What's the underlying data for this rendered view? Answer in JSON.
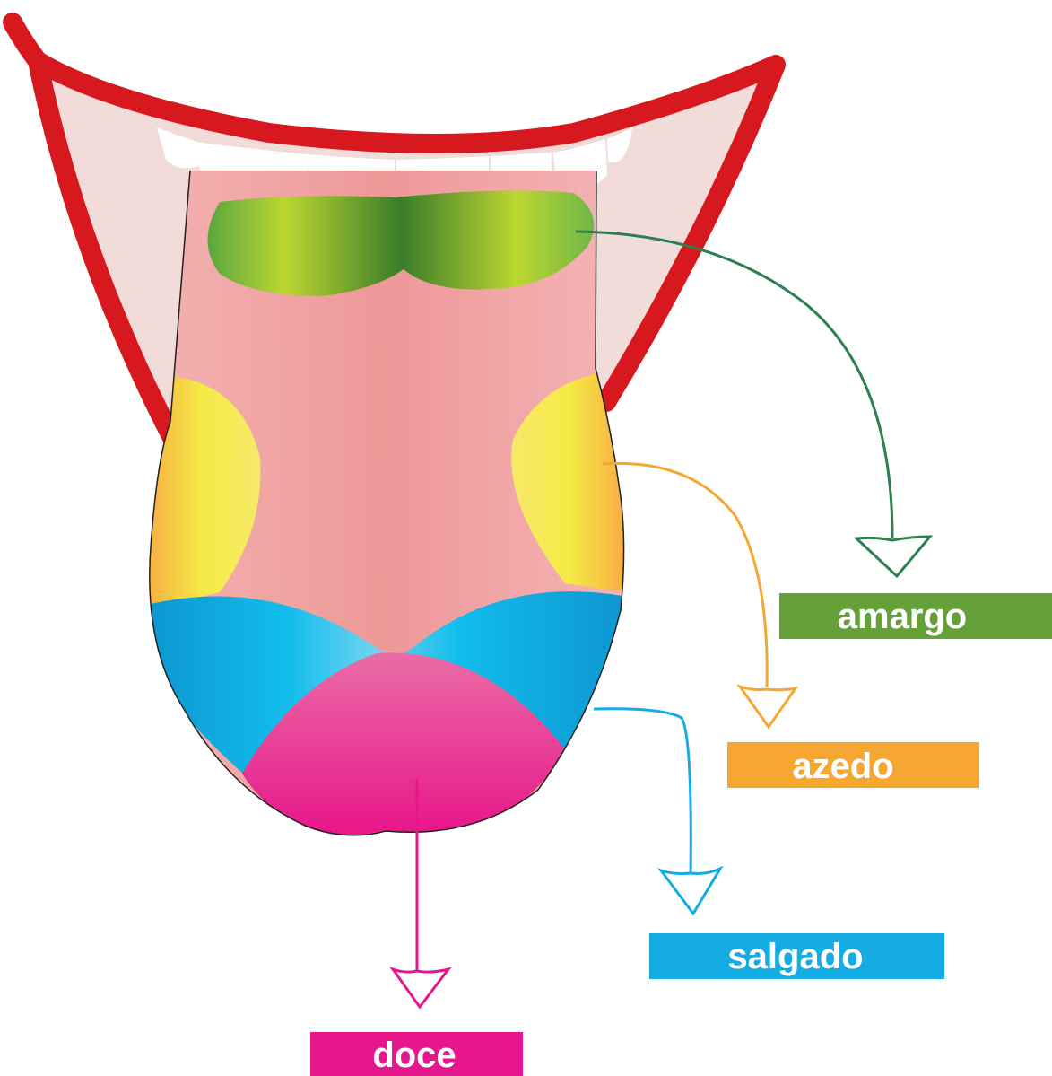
{
  "colors": {
    "lip": "#d7191f",
    "mouth_inside": "#f2dcda",
    "tongue_base": "#f1a0a0",
    "teeth": "#ffffff",
    "bitter": "#65a038",
    "sour": "#f5a731",
    "salty": "#15ace4",
    "sweet": "#e6168c",
    "yellow_zone": "#f6e84a"
  },
  "labels": {
    "bitter": "amargo",
    "sour": "azedo",
    "salty": "salgado",
    "sweet": "doce"
  }
}
